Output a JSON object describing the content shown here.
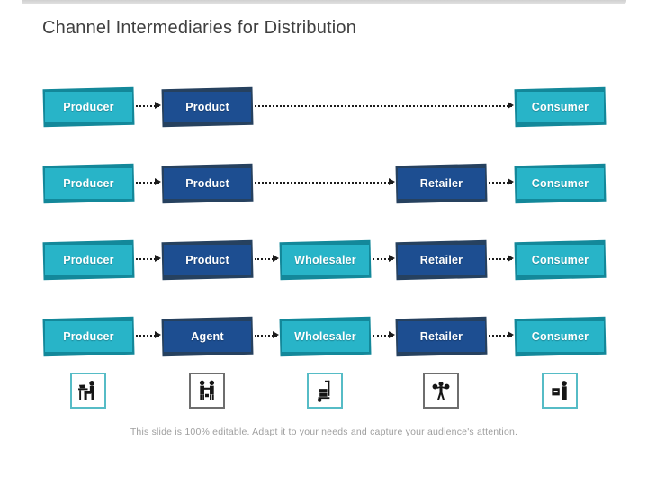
{
  "slide": {
    "title": "Channel Intermediaries for Distribution",
    "footer_note": "This slide is 100% editable. Adapt it to your needs and capture your audience's attention."
  },
  "colors": {
    "teal_face": "#28b4c8",
    "teal_back": "#13889a",
    "navy_face": "#1d4e91",
    "navy_back": "#26415f",
    "arrow": "#1c1c1c",
    "title_text": "#3f3f3f",
    "caption_text": "#9e9e9e",
    "top_bar": "#d7d7d7",
    "icon_border_teal": "#56bcc6",
    "icon_border_gray": "#6e6e6e"
  },
  "diagram": {
    "rows": [
      {
        "nodes": [
          {
            "label": "Producer",
            "col": 0,
            "style": "teal"
          },
          {
            "label": "Product",
            "col": 1,
            "style": "navy"
          },
          {
            "label": "Consumer",
            "col": 4,
            "style": "teal"
          }
        ],
        "arrows": [
          {
            "from": 0,
            "to": 1
          },
          {
            "from": 1,
            "to": 4
          }
        ]
      },
      {
        "nodes": [
          {
            "label": "Producer",
            "col": 0,
            "style": "teal"
          },
          {
            "label": "Product",
            "col": 1,
            "style": "navy"
          },
          {
            "label": "Retailer",
            "col": 3,
            "style": "navy"
          },
          {
            "label": "Consumer",
            "col": 4,
            "style": "teal"
          }
        ],
        "arrows": [
          {
            "from": 0,
            "to": 1
          },
          {
            "from": 1,
            "to": 3
          },
          {
            "from": 3,
            "to": 4
          }
        ]
      },
      {
        "nodes": [
          {
            "label": "Producer",
            "col": 0,
            "style": "teal"
          },
          {
            "label": "Product",
            "col": 1,
            "style": "navy"
          },
          {
            "label": "Wholesaler",
            "col": 2,
            "style": "teal"
          },
          {
            "label": "Retailer",
            "col": 3,
            "style": "navy"
          },
          {
            "label": "Consumer",
            "col": 4,
            "style": "teal"
          }
        ],
        "arrows": [
          {
            "from": 0,
            "to": 1
          },
          {
            "from": 1,
            "to": 2
          },
          {
            "from": 2,
            "to": 3
          },
          {
            "from": 3,
            "to": 4
          }
        ]
      },
      {
        "nodes": [
          {
            "label": "Producer",
            "col": 0,
            "style": "teal"
          },
          {
            "label": "Agent",
            "col": 1,
            "style": "navy"
          },
          {
            "label": "Wholesaler",
            "col": 2,
            "style": "teal"
          },
          {
            "label": "Retailer",
            "col": 3,
            "style": "navy"
          },
          {
            "label": "Consumer",
            "col": 4,
            "style": "teal"
          }
        ],
        "arrows": [
          {
            "from": 0,
            "to": 1
          },
          {
            "from": 1,
            "to": 2
          },
          {
            "from": 2,
            "to": 3
          },
          {
            "from": 3,
            "to": 4
          }
        ]
      }
    ]
  },
  "icons": [
    {
      "name": "person-at-desk-icon",
      "border": "teal"
    },
    {
      "name": "handshake-meeting-icon",
      "border": "gray"
    },
    {
      "name": "hand-truck-icon",
      "border": "teal"
    },
    {
      "name": "porter-carrying-load-icon",
      "border": "gray"
    },
    {
      "name": "customer-at-counter-icon",
      "border": "teal"
    }
  ]
}
